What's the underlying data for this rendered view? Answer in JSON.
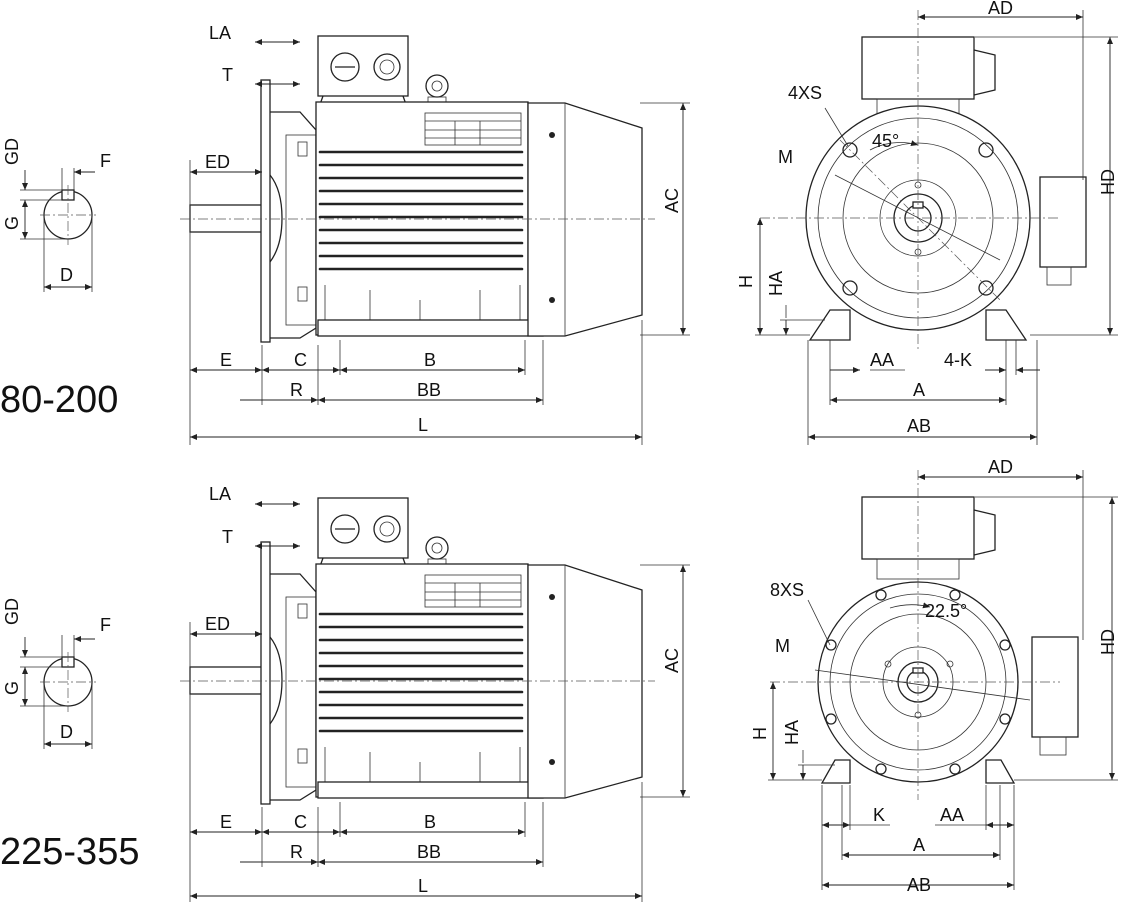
{
  "ranges": {
    "top": "80-200",
    "bottom": "225-355"
  },
  "labels": {
    "LA": "LA",
    "T": "T",
    "ED": "ED",
    "E": "E",
    "C": "C",
    "B": "B",
    "R": "R",
    "BB": "BB",
    "L": "L",
    "AC": "AC",
    "GD": "GD",
    "F": "F",
    "G": "G",
    "D": "D",
    "AD": "AD",
    "HD": "HD",
    "H": "H",
    "HA": "HA",
    "AA": "AA",
    "A": "A",
    "AB": "AB",
    "M": "M",
    "K": "K"
  },
  "top_front": {
    "holes": "4XS",
    "angle": "45°",
    "foot_holes": "4-K"
  },
  "bottom_front": {
    "holes": "8XS",
    "angle": "22.5°"
  }
}
